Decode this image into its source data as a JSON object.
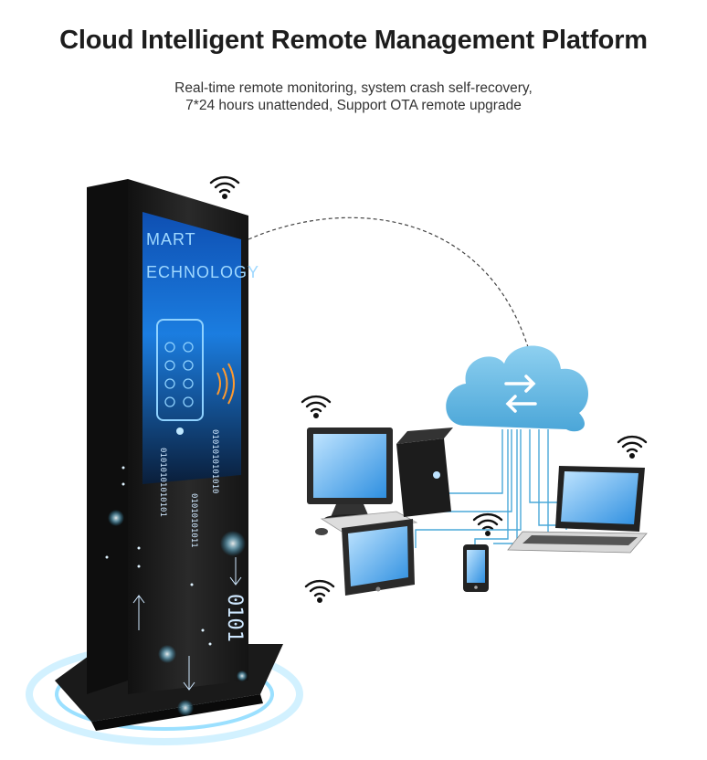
{
  "header": {
    "title": "Cloud Intelligent Remote Management Platform",
    "subtitle_line1": "Real-time remote monitoring, system crash self-recovery,",
    "subtitle_line2": "7*24 hours unattended, Support OTA remote upgrade"
  },
  "kiosk": {
    "screen_line1": "MART",
    "screen_line2": "ECHNOLOGY",
    "binary_a": "01010101010101",
    "binary_b": "0101010101010",
    "binary_c": "01010101011",
    "binary_d": "0101"
  },
  "icons": [
    "wifi-icon",
    "cloud-icon",
    "sync-arrows-icon",
    "nfc-icon",
    "monitor-icon",
    "laptop-icon",
    "tablet-icon",
    "phone-icon",
    "server-tower-icon"
  ],
  "colors": {
    "cloud": "#5fb4df",
    "screen": "#1a6fd0",
    "link_line": "#4aa8d8",
    "glow": "#37c2ff"
  }
}
